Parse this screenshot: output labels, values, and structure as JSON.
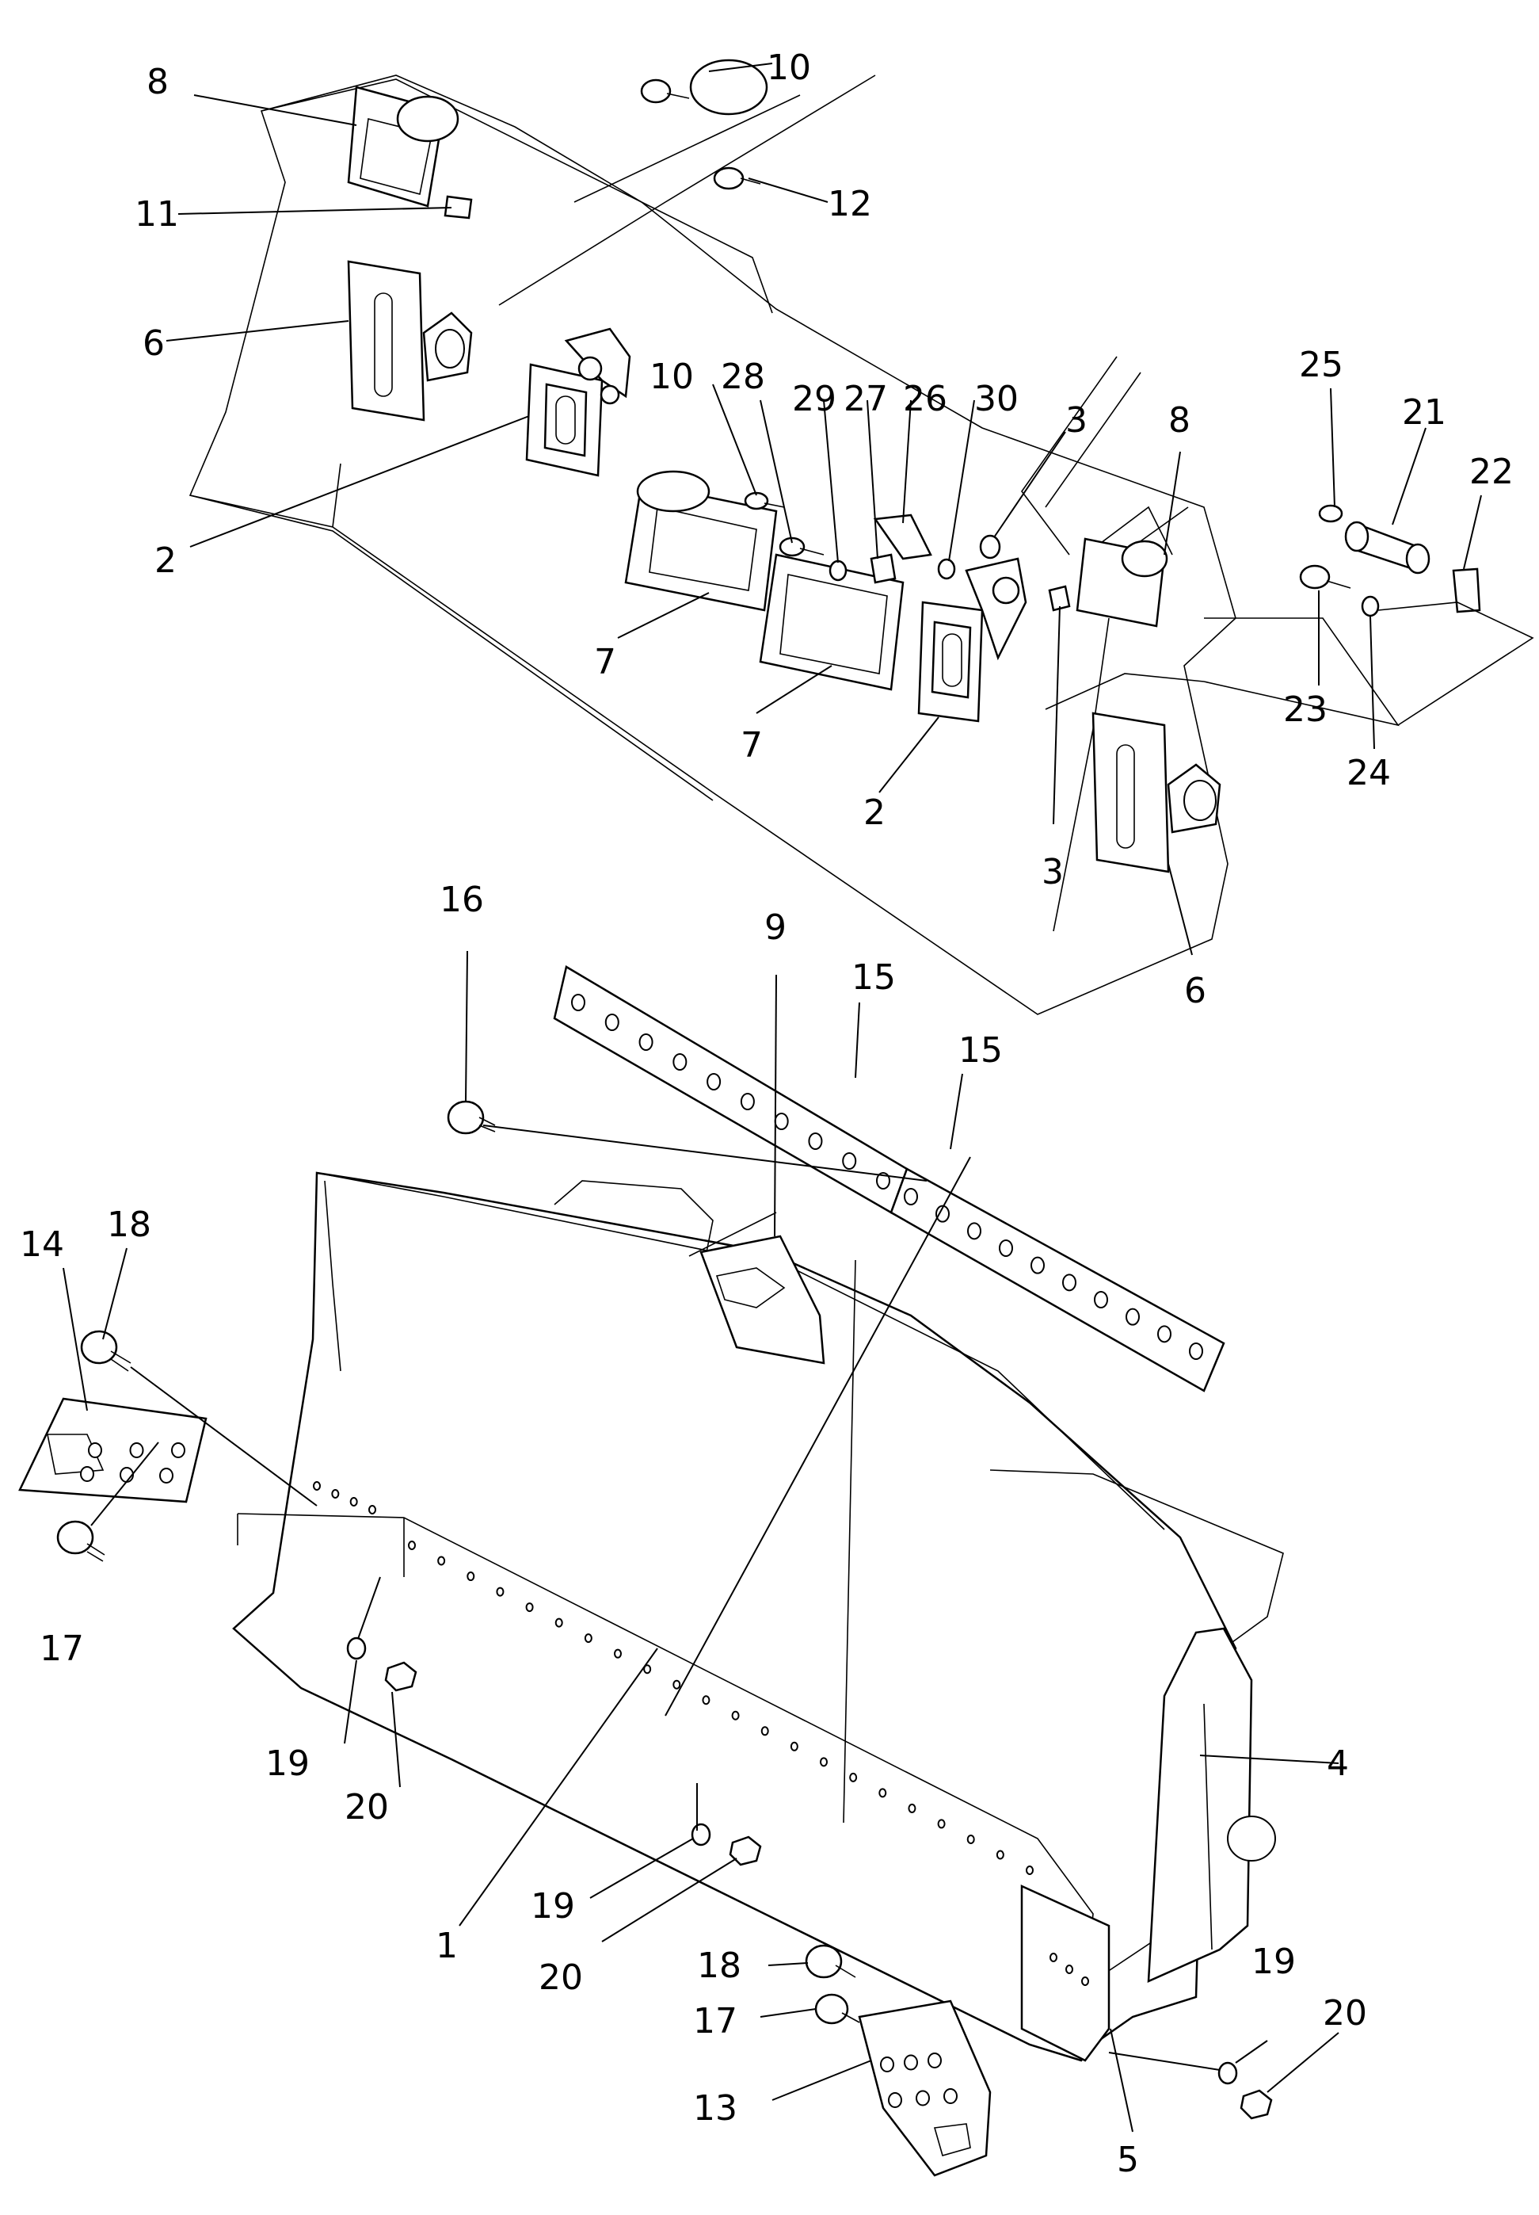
{
  "labels": {
    "l1": "1",
    "l2a": "2",
    "l2b": "2",
    "l3a": "3",
    "l3b": "3",
    "l4": "4",
    "l5": "5",
    "l6a": "6",
    "l6b": "6",
    "l7a": "7",
    "l7b": "7",
    "l8a": "8",
    "l8b": "8",
    "l9": "9",
    "l10a": "10",
    "l10b": "10",
    "l11": "11",
    "l12": "12",
    "l13": "13",
    "l14": "14",
    "l15a": "15",
    "l15b": "15",
    "l16": "16",
    "l17a": "17",
    "l17b": "17",
    "l18a": "18",
    "l18b": "18",
    "l19a": "19",
    "l19b": "19",
    "l19c": "19",
    "l20a": "20",
    "l20b": "20",
    "l20c": "20",
    "l21": "21",
    "l22": "22",
    "l23": "23",
    "l24": "24",
    "l25": "25",
    "l26": "26",
    "l27": "27",
    "l28": "28",
    "l29": "29",
    "l30": "30"
  }
}
